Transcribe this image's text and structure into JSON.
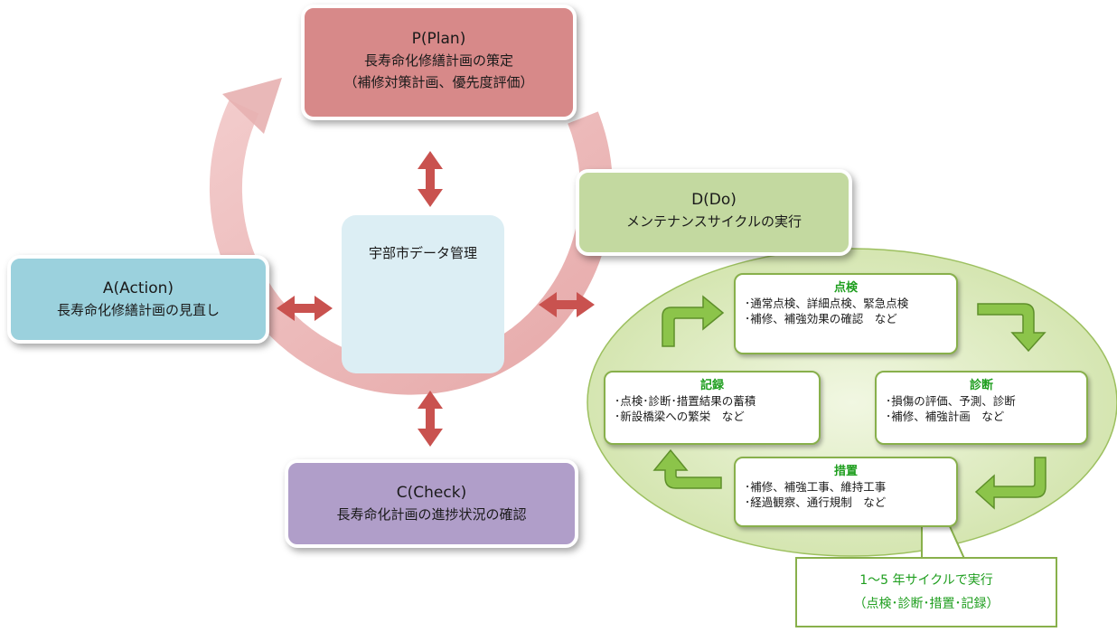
{
  "plan": {
    "title": "P(Plan)",
    "line1": "長寿命化修繕計画の策定",
    "line2": "（補修対策計画、優先度評価）"
  },
  "action": {
    "title": "A(Action)",
    "line1": "長寿命化修繕計画の見直し"
  },
  "check": {
    "title": "C(Check)",
    "line1": "長寿命化計画の進捗状況の確認"
  },
  "do": {
    "title": "D(Do)",
    "line1": "メンテナンスサイクルの実行"
  },
  "data_center": {
    "label": "宇部市データ管理",
    "icon": "server-database-icon"
  },
  "steps": {
    "tenken": {
      "title": "点検",
      "line1": "･通常点検、詳細点検、緊急点検",
      "line2": "･補修、補強効果の確認　など"
    },
    "shindan": {
      "title": "診断",
      "line1": "･損傷の評価、予測、診断",
      "line2": "･補修、補強計画　など"
    },
    "sochi": {
      "title": "措置",
      "line1": "･補修、補強工事、維持工事",
      "line2": "･経過観察、通行規制　など"
    },
    "kiroku": {
      "title": "記録",
      "line1": "･点検･診断･措置結果の蓄積",
      "line2": "･新設橋梁への繁栄　など"
    }
  },
  "callout": {
    "line1": "1～5 年サイクルで実行",
    "line2": "（点検･診断･措置･記録）"
  },
  "colors": {
    "plan": "#d78989",
    "action": "#9bd1dd",
    "check": "#b09ec9",
    "do": "#c3d9a0",
    "cycle_ring": "#e3a6a6",
    "double_arrow": "#c9524f",
    "step_arrow": "#8cc44a",
    "step_title": "#1e9e1e"
  }
}
